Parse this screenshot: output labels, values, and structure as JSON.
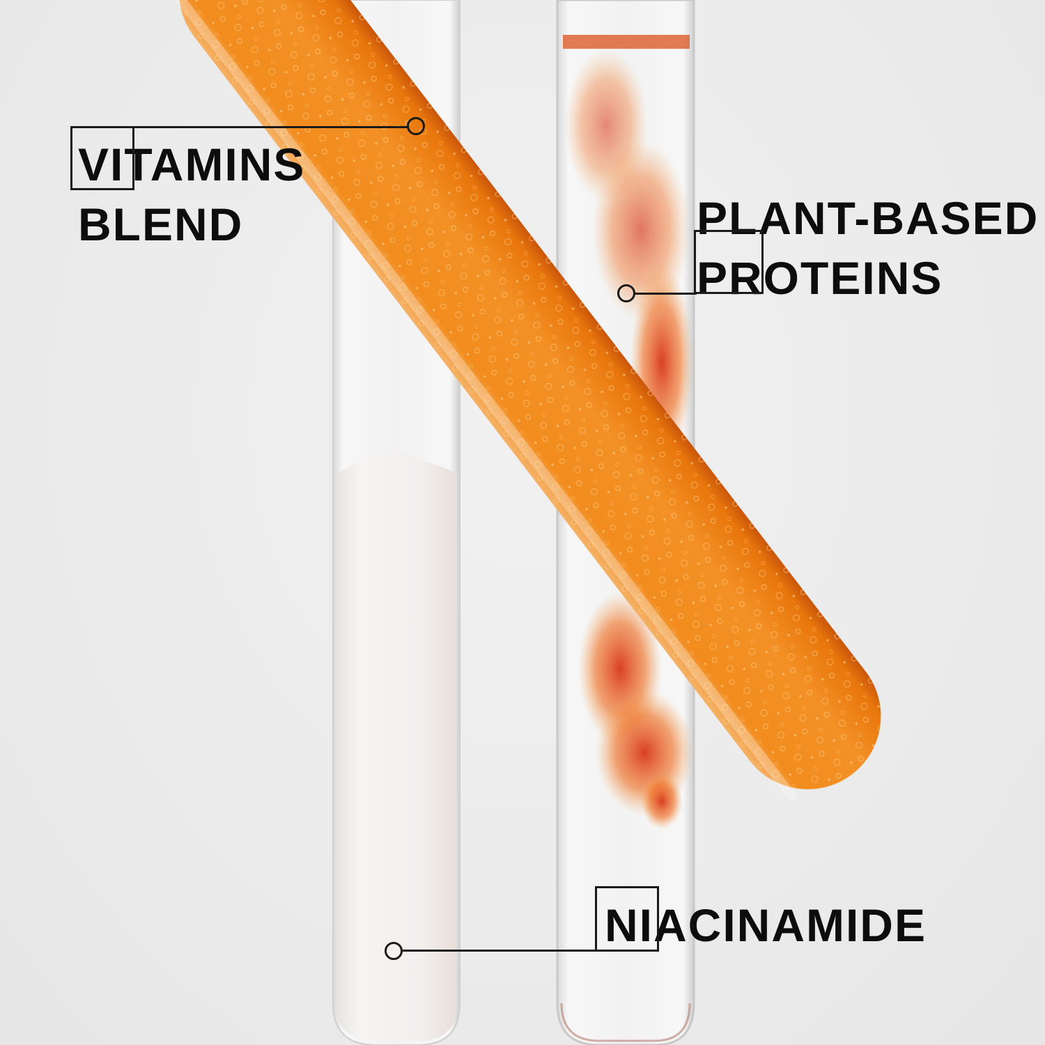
{
  "labels": {
    "vitamins": {
      "line1": "VITAMINS",
      "line2": "BLEND",
      "boxed_letters": "VI"
    },
    "proteins": {
      "line1": "PLANT-BASED",
      "line2": "PROTEINS",
      "boxed_letters": "PR"
    },
    "niacinamide": {
      "line1": "NIACINAMIDE",
      "boxed_letters": "NI"
    }
  },
  "colors": {
    "background": "#ececec",
    "text": "#0d0d0d",
    "orange_gel": "#f08a1c",
    "red_ink": "#d6331a",
    "milk": "#f4f2f0"
  }
}
